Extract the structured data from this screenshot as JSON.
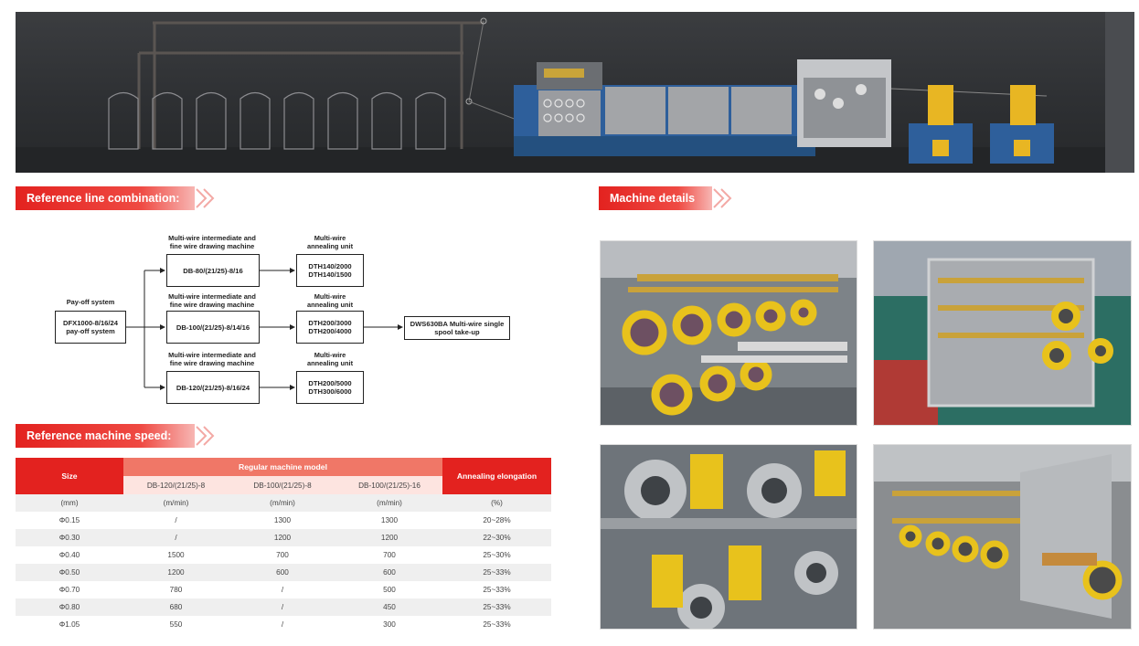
{
  "sections": {
    "line_combination": "Reference line combination:",
    "machine_speed": "Reference machine speed:",
    "machine_details": "Machine details"
  },
  "diagram": {
    "payoff": {
      "title": "Pay-off system",
      "box": "DFX1000-8/16/24\npay-off system"
    },
    "drawing_title": "Multi-wire intermediate and\nfine wire drawing machine",
    "annealing_title": "Multi-wire\nannealing unit",
    "drawing_machines": [
      "DB-80/(21/25)-8/16",
      "DB-100/(21/25)-8/14/16",
      "DB-120/(21/25)-8/16/24"
    ],
    "annealing_units": [
      "DTH140/2000\nDTH140/1500",
      "DTH200/3000\nDTH200/4000",
      "DTH200/5000\nDTH300/6000"
    ],
    "takeup": "DWS630BA Multi-wire single\nspool take-up"
  },
  "table": {
    "size_header": "Size",
    "model_header": "Regular machine model",
    "elongation_header": "Annealing elongation",
    "models": [
      "DB-120/(21/25)-8",
      "DB-100/(21/25)-8",
      "DB-100/(21/25)-16"
    ],
    "units": [
      "(mm)",
      "(m/min)",
      "(m/min)",
      "(m/min)",
      "(%)"
    ],
    "rows": [
      [
        "Φ0.15",
        "/",
        "1300",
        "1300",
        "20~28%"
      ],
      [
        "Φ0.30",
        "/",
        "1200",
        "1200",
        "22~30%"
      ],
      [
        "Φ0.40",
        "1500",
        "700",
        "700",
        "25~30%"
      ],
      [
        "Φ0.50",
        "1200",
        "600",
        "600",
        "25~33%"
      ],
      [
        "Φ0.70",
        "780",
        "/",
        "500",
        "25~33%"
      ],
      [
        "Φ0.80",
        "680",
        "/",
        "450",
        "25~33%"
      ],
      [
        "Φ1.05",
        "550",
        "/",
        "300",
        "25~33%"
      ]
    ]
  },
  "colors": {
    "accent_red": "#e3221f",
    "salmon": "#f07767",
    "pink_row": "#fde4e0",
    "machine_blue": "#2e5f9b",
    "spool_yellow": "#e8c21c"
  }
}
